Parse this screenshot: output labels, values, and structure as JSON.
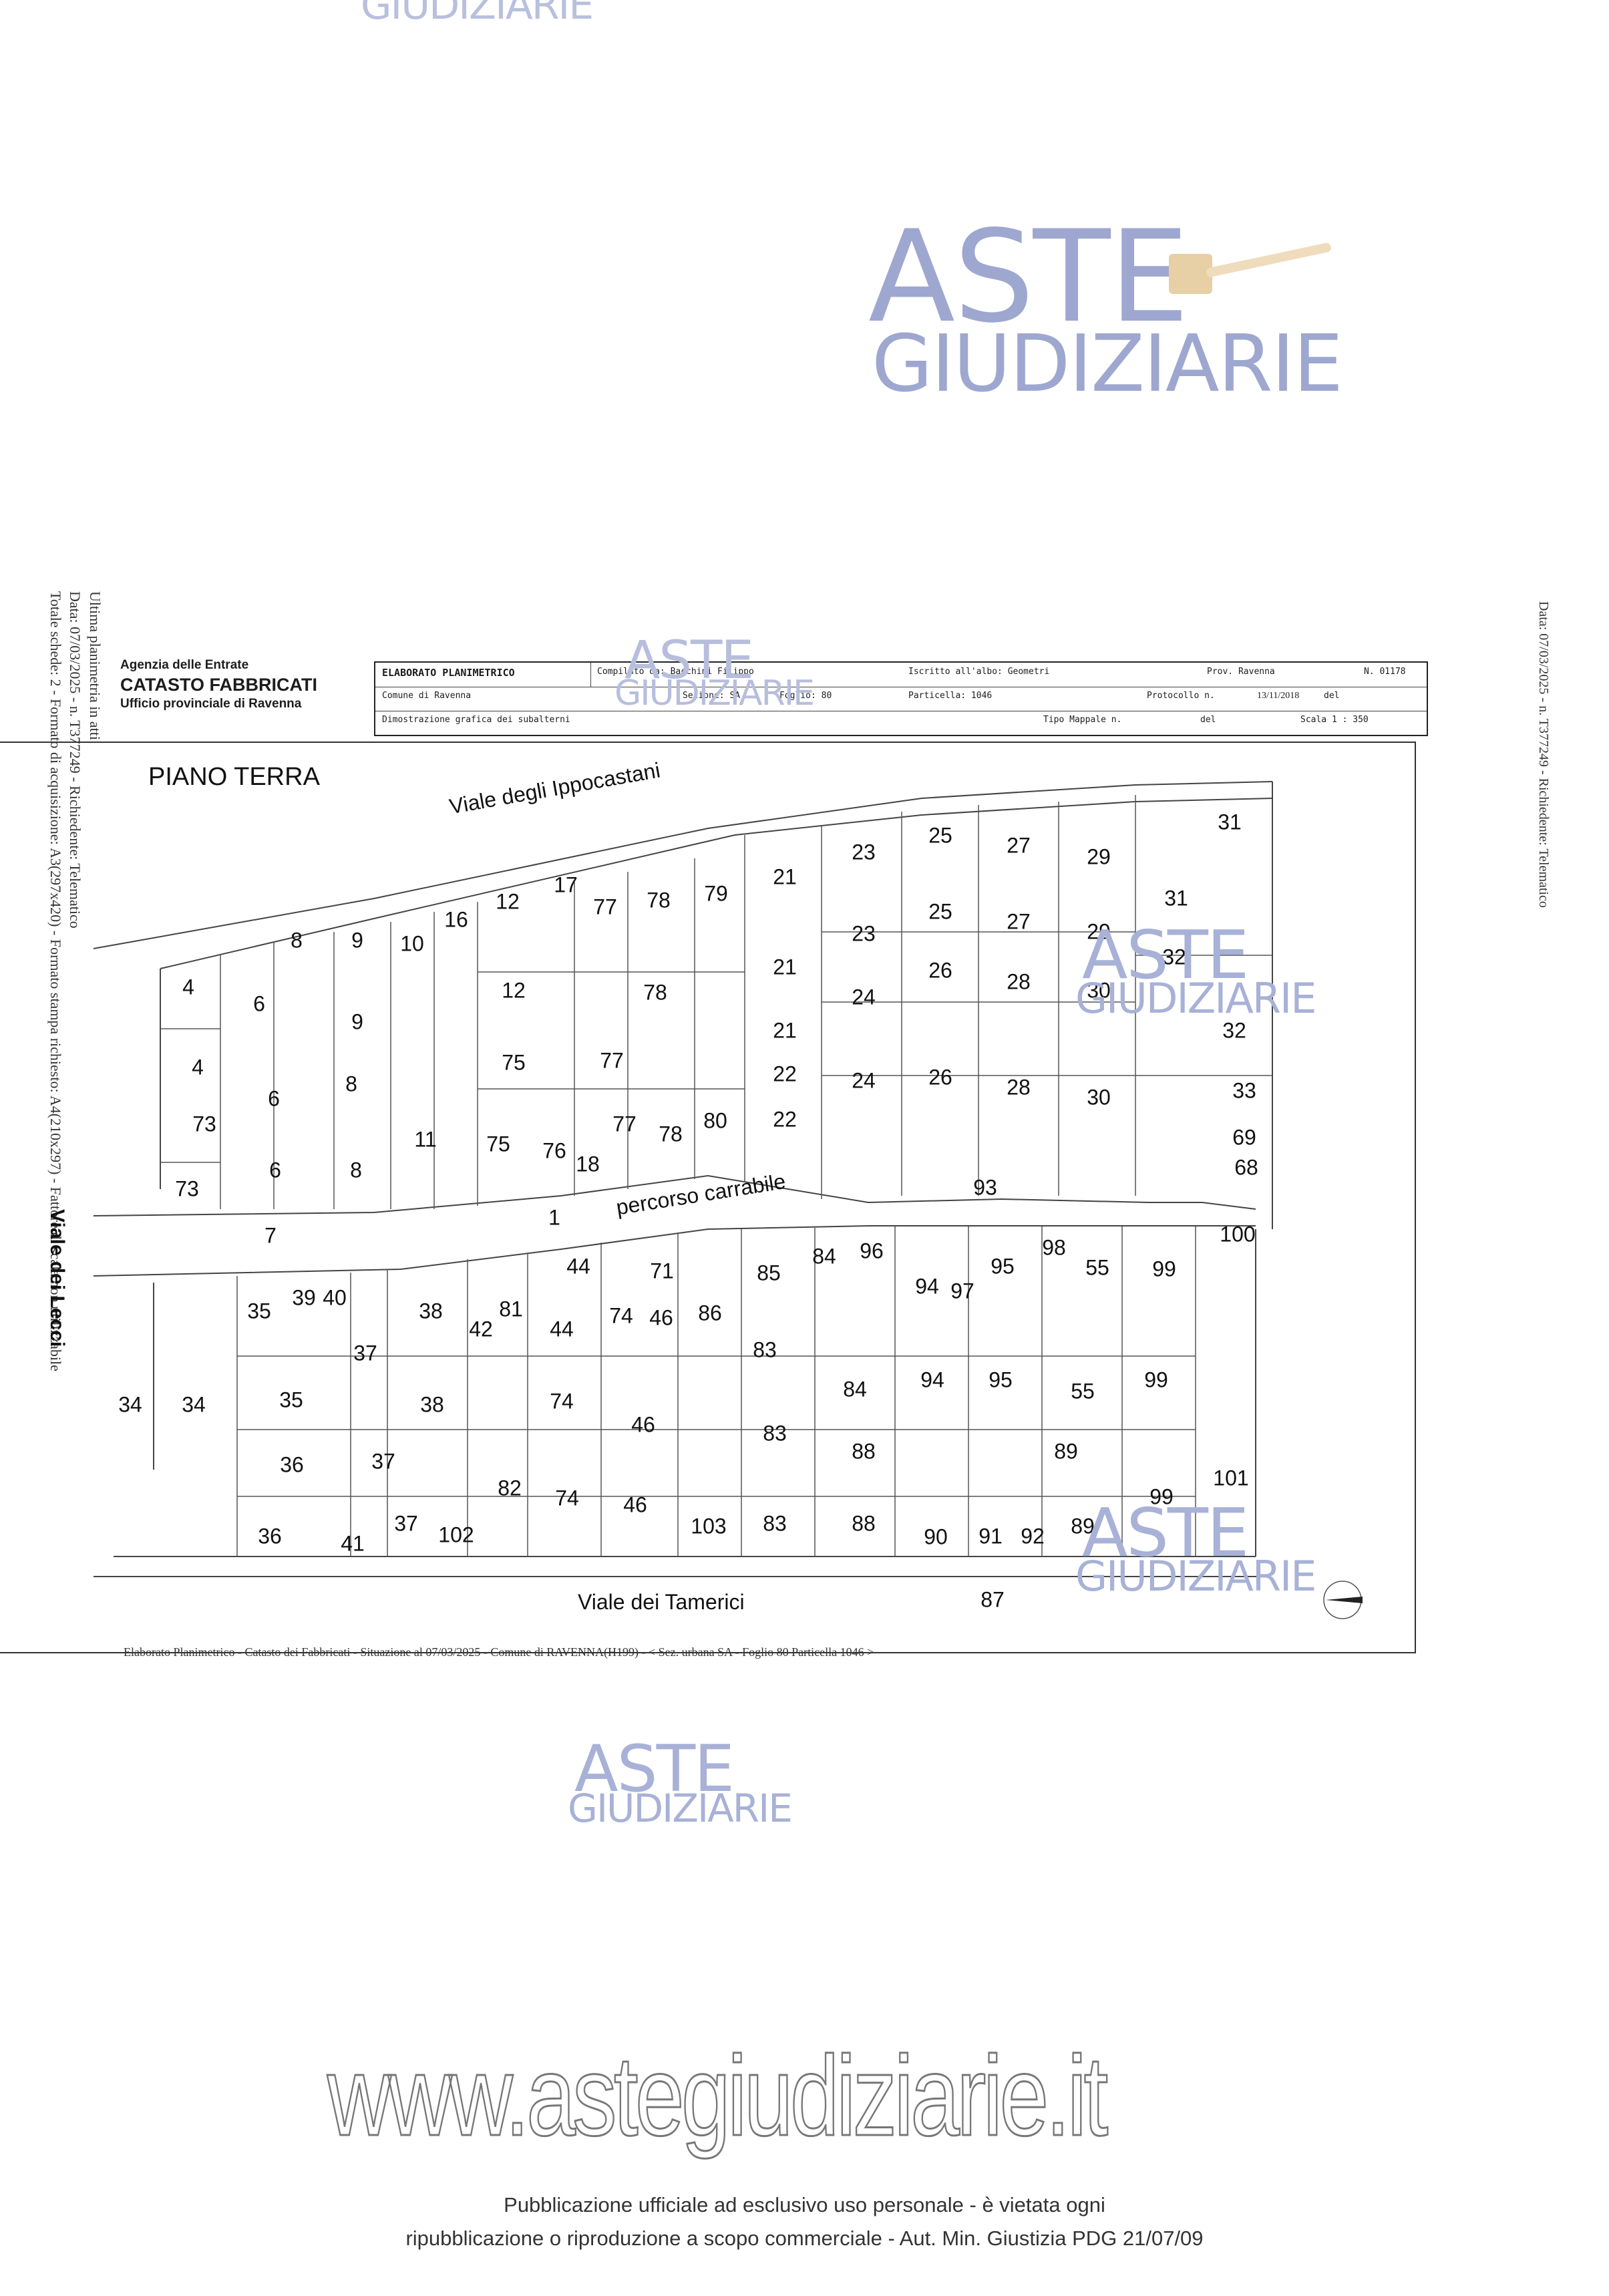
{
  "watermark": {
    "aste": "ASTE",
    "giudiziarie": "GIUDIZIARIE",
    "website": "www.astegiudiziarie.it",
    "top_fragment": "GIUDIZIARIE"
  },
  "left_margin": {
    "line1": "Ultima planimetria in atti",
    "line2": "Data: 07/03/2025 - n. T377249 - Richiedente: Telematico",
    "line3": "Totale schede: 2 - Formato di acquisizione: A3(297x420) - Formato stampa richiesto: A4(210x297) - Fattore di scala non utilizzabile"
  },
  "right_margin": {
    "line1": "Data: 07/03/2025 - n. T377249 - Richiedente: Telematico"
  },
  "agency": {
    "line1": "Agenzia delle Entrate",
    "line2": "CATASTO FABBRICATI",
    "line3": "Ufficio provinciale di Ravenna"
  },
  "header": {
    "elaborato": "ELABORATO PLANIMETRICO",
    "compilato": "Compilato da: Bacchini Filippo",
    "iscritto": "Iscritto all'albo: Geometri",
    "prov": "Prov. Ravenna",
    "numero": "N. 01178",
    "comune": "Comune di Ravenna",
    "sezione": "Sezione: SA",
    "foglio": "Foglio: 80",
    "particella": "Particella: 1046",
    "protocollo": "Protocollo n.",
    "data_prot": "13/11/2018",
    "del": "del",
    "dimostrazione": "Dimostrazione grafica dei subalterni",
    "tipo_mappale": "Tipo Mappale n.",
    "del2": "del",
    "scala": "Scala 1 : 350"
  },
  "plan": {
    "title": "PIANO TERRA",
    "streets": {
      "ippocastani": "Viale degli Ippocastani",
      "percorso": "percorso carrabile",
      "tamerici": "Viale dei Tamerici",
      "vertical": "Viale dei Lecci"
    },
    "units": [
      "4",
      "6",
      "8",
      "9",
      "10",
      "16",
      "12",
      "17",
      "77",
      "78",
      "79",
      "21",
      "23",
      "25",
      "27",
      "29",
      "31",
      "9",
      "12",
      "78",
      "21",
      "23",
      "25",
      "27",
      "29",
      "31",
      "4",
      "6",
      "8",
      "75",
      "77",
      "21",
      "24",
      "26",
      "28",
      "32",
      "73",
      "6",
      "11",
      "75",
      "76",
      "18",
      "77",
      "78",
      "80",
      "22",
      "22",
      "24",
      "26",
      "28",
      "30",
      "32",
      "73",
      "8",
      "30",
      "33",
      "69",
      "68",
      "1",
      "7",
      "93",
      "100",
      "35",
      "39",
      "40",
      "38",
      "42",
      "81",
      "44",
      "74",
      "46",
      "71",
      "85",
      "84",
      "96",
      "94",
      "97",
      "95",
      "98",
      "55",
      "99",
      "34",
      "34",
      "35",
      "37",
      "38",
      "44",
      "74",
      "46",
      "86",
      "83",
      "84",
      "94",
      "95",
      "55",
      "99",
      "36",
      "37",
      "82",
      "74",
      "46",
      "83",
      "88",
      "89",
      "101",
      "36",
      "41",
      "37",
      "102",
      "103",
      "83",
      "88",
      "90",
      "91",
      "92",
      "89",
      "99",
      "87"
    ]
  },
  "footer": {
    "elaborato_line": "Elaborato Planimetrico - Catasto dei Fabbricati - Situazione al 07/03/2025 - Comune di RAVENNA(H199) - < Sez. urbana SA - Foglio 80 Particella 1046 >",
    "pub_line1": "Pubblicazione ufficiale ad esclusivo uso personale - è vietata ogni",
    "pub_line2": "ripubblicazione o riproduzione a scopo commerciale - Aut. Min. Giustizia PDG 21/07/09"
  }
}
